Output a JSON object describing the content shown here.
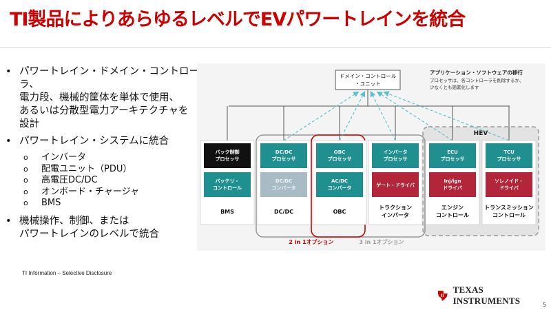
{
  "slide": {
    "title": "TI製品によりあらゆるレベルでEVパワートレインを統合",
    "footer": "TI Information – Selective Disclosure",
    "page_number": "5",
    "brand": "TEXAS INSTRUMENTS"
  },
  "bullets": [
    {
      "lines": [
        "パワートレイン・ドメイン・コントローラ、",
        "電力段、機械的筐体を単体で使用、",
        "あるいは分散型電力アーキテクチャを",
        "設計"
      ]
    },
    {
      "lines": [
        "パワートレイン・システムに統合"
      ],
      "sub": [
        "インバータ",
        "配電ユニット（PDU）",
        "高電圧DC/DC",
        "オンボード・チャージャ",
        "BMS"
      ]
    },
    {
      "lines": [
        "機械操作、制御、または",
        "パワートレインのレベルで統合"
      ]
    }
  ],
  "diagram": {
    "domain_box": [
      "ドメイン・コントロール",
      "・ユニット"
    ],
    "app_note": [
      "アプリケーション・ソフトウェアの移行",
      "プロセッサは、各コントローラを削除するか、",
      "少なくとも簡素化します"
    ],
    "hev_label": "HEV",
    "columns": [
      {
        "top": [
          "バック制御",
          "プロセッサ"
        ],
        "top_color": "#111111",
        "bottom": [
          "バッテリ・",
          "コントロール"
        ],
        "bottom_color": "#1f8f8f",
        "label": [
          "BMS"
        ]
      },
      {
        "top": [
          "DC/DC",
          "プロセッサ"
        ],
        "top_color": "#1f8f8f",
        "bottom": [
          "DC/DC",
          "コンバータ"
        ],
        "bottom_color": "#a9bcc6",
        "label": [
          "DC/DC"
        ]
      },
      {
        "top": [
          "OBC",
          "プロセッサ"
        ],
        "top_color": "#1f8f8f",
        "bottom": [
          "AC/DC",
          "コンバータ"
        ],
        "bottom_color": "#1f8f8f",
        "label": [
          "OBC"
        ]
      },
      {
        "top": [
          "インバータ",
          "プロセッサ"
        ],
        "top_color": "#1f8f8f",
        "bottom": [
          "ゲート・ドライバ"
        ],
        "bottom_color": "#b3263a",
        "label": [
          "トラクション",
          "インバータ"
        ]
      },
      {
        "top": [
          "ECU",
          "プロセッサ"
        ],
        "top_color": "#1f8f8f",
        "bottom": [
          "Inj/ign",
          "ドライバ"
        ],
        "bottom_color": "#b3263a",
        "label": [
          "エンジン",
          "コントロール"
        ]
      },
      {
        "top": [
          "TCU",
          "プロセッサ"
        ],
        "top_color": "#1f8f8f",
        "bottom": [
          "ソレノイド・",
          "ドライバ"
        ],
        "bottom_color": "#b3263a",
        "label": [
          "トランスミッション",
          "コントロール"
        ]
      }
    ],
    "option_2in1": "2 in 1オプション",
    "option_3in1": "3 in 1オプション",
    "colors": {
      "teal": "#1f8f8f",
      "red": "#b3263a",
      "accent": "#cc0000",
      "dash": "#5bc0cc"
    }
  }
}
